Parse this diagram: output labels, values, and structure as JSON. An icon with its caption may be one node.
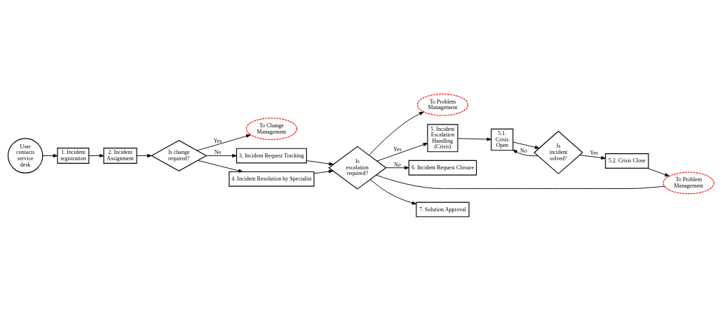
{
  "diagram": {
    "nodes": [
      {
        "text": [
          "User contacts service desk"
        ]
      },
      {
        "text": [
          "1. Incident registration"
        ]
      },
      {
        "text": [
          "2. Incident Assignment"
        ]
      },
      {
        "text": [
          "Is change required?"
        ]
      },
      {
        "text": [
          "To Change Management"
        ]
      },
      {
        "text": [
          "3. Incident Request Tracking"
        ]
      },
      {
        "text": [
          "4. Incident Resolution by Specialist"
        ]
      },
      {
        "text": [
          "5.1. Crisis Open"
        ]
      },
      {
        "text": [
          "To Problem Management"
        ]
      },
      {
        "text": [
          "Is incident solved?"
        ]
      },
      {
        "text": [
          "5. Incident Escalation Handling (Crisis)"
        ]
      },
      {
        "text": [
          "Is escalation required?"
        ]
      },
      {
        "text": [
          "6. Incident Request Closure"
        ]
      },
      {
        "text": [
          "5.2. Crisis Close"
        ]
      },
      {
        "text": [
          "To Problem Management"
        ]
      },
      {
        "text": [
          "7. Solution Approval"
        ]
      }
    ],
    "edges": [
      {
        "from": 0,
        "to": 1,
        "arrow": "to"
      },
      {
        "from": 1,
        "to": 2,
        "arrow": "to"
      },
      {
        "from": 2,
        "to": 3,
        "arrow": "to"
      },
      {
        "from": 3,
        "to": 4,
        "arrow": "to",
        "label": "Yes"
      },
      {
        "from": 3,
        "to": 5,
        "arrow": "to",
        "label": "No"
      },
      {
        "from": 3,
        "to": 6,
        "arrow": "to"
      },
      {
        "from": 5,
        "to": 11,
        "arrow": "to"
      },
      {
        "from": 6,
        "to": 11,
        "arrow": "to"
      },
      {
        "from": 11,
        "to": 8,
        "arrow": "to"
      },
      {
        "from": 11,
        "to": 10,
        "arrow": "to",
        "label": "Yes"
      },
      {
        "from": 10,
        "to": 7,
        "arrow": "to"
      },
      {
        "from": 7,
        "to": 9,
        "arrow": "to"
      },
      {
        "from": 9,
        "to": 7,
        "arrow": "to",
        "label": "No"
      },
      {
        "from": 9,
        "to": 13,
        "arrow": "to",
        "label": "Yes"
      },
      {
        "from": 13,
        "to": 14,
        "arrow": "to"
      },
      {
        "from": 11,
        "to": 12,
        "arrow": "to",
        "label": "No"
      },
      {
        "from": 11,
        "to": 15,
        "arrow": "to"
      },
      {
        "from": 11,
        "to": 14,
        "arrow": "none"
      }
    ]
  }
}
